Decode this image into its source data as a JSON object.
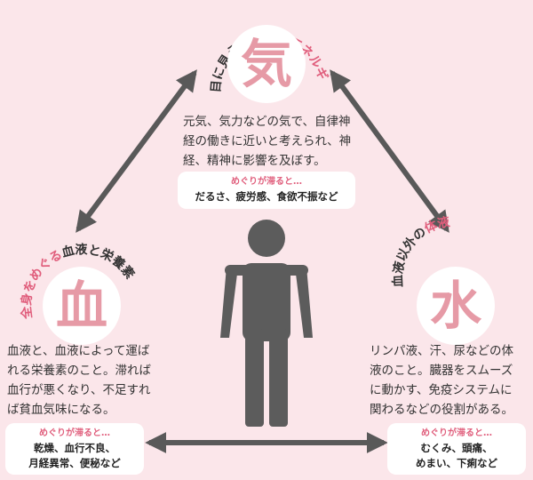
{
  "nodes": {
    "ki": {
      "char": "気",
      "arc_dark": "目に見えない",
      "arc_pink": "生命エネルギー",
      "desc_lines": [
        "元気、気力などの気で、自律神",
        "経の働きに近いと考えられ、神",
        "経、精神に影響を及ぼす。"
      ],
      "card_title": "めぐりが滞ると…",
      "card_lines": [
        "だるさ、疲労感、食欲不振など"
      ]
    },
    "ketsu": {
      "char": "血",
      "arc_pink": "全身をめぐる",
      "arc_dark": "血液と栄養素",
      "desc_lines": [
        "血液と、血液によって運ば",
        "れる栄養素のこと。滞れば",
        "血行が悪くなり、不足すれ",
        "ば貧血気味になる。"
      ],
      "card_title": "めぐりが滞ると…",
      "card_lines": [
        "乾燥、血行不良、",
        "月経異常、便秘など"
      ]
    },
    "sui": {
      "char": "水",
      "arc_dark": "血液以外の",
      "arc_pink": "体液",
      "desc_lines": [
        "リンパ液、汗、尿などの体",
        "液のこと。臓器をスムーズ",
        "に動かす、免疫システムに",
        "関わるなどの役割がある。"
      ],
      "card_title": "めぐりが滞ると…",
      "card_lines": [
        "むくみ、頭痛、",
        "めまい、下痢など"
      ]
    }
  },
  "colors": {
    "background": "#fbe6ea",
    "accent_pink": "#e05e7c",
    "char_pink": "#e69aa6",
    "arrow_gray": "#595959",
    "figure_gray": "#5c5c5c"
  }
}
